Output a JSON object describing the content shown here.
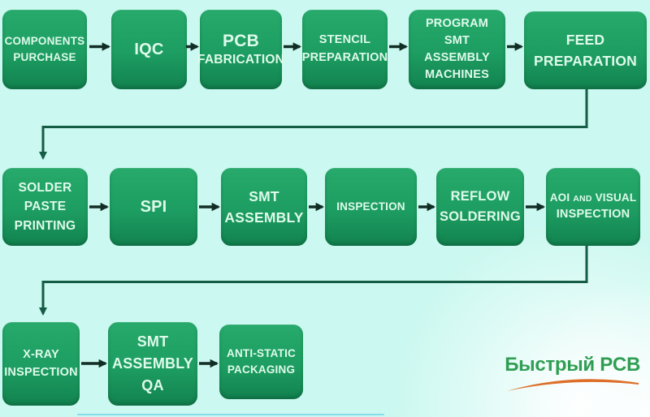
{
  "flow": {
    "boxes": [
      {
        "name": "components-purchase",
        "lines": [
          "COMPONENTS",
          "PURCHASE"
        ]
      },
      {
        "name": "iqc",
        "lines": [
          "IQC"
        ]
      },
      {
        "name": "pcb-fabrication",
        "lines": [
          "PCB",
          "FABRICATION"
        ]
      },
      {
        "name": "stencil-preparation",
        "lines": [
          "STENCIL",
          "PREPARATION"
        ]
      },
      {
        "name": "program-smt-assembly-machines",
        "lines": [
          "PROGRAM",
          "SMT",
          "ASSEMBLY",
          "MACHINES"
        ]
      },
      {
        "name": "feed-preparation",
        "lines": [
          "FEED",
          "PREPARATION"
        ]
      },
      {
        "name": "solder-paste-printing",
        "lines": [
          "SOLDER",
          "PASTE",
          "PRINTING"
        ]
      },
      {
        "name": "spi",
        "lines": [
          "SPI"
        ]
      },
      {
        "name": "smt-assembly",
        "lines": [
          "SMT",
          "ASSEMBLY"
        ]
      },
      {
        "name": "inspection",
        "lines": [
          "INSPECTION"
        ]
      },
      {
        "name": "reflow-soldering",
        "lines": [
          "REFLOW",
          "SOLDERING"
        ]
      },
      {
        "name": "aoi-and-visual-inspection",
        "line1_a": "AOI",
        "line1_b": "AND",
        "line1_c": "VISUAL",
        "line2": "INSPECTION"
      },
      {
        "name": "x-ray-inspection",
        "lines": [
          "X-RAY",
          "INSPECTION"
        ]
      },
      {
        "name": "smt-assembly-qa",
        "lines": [
          "SMT",
          "ASSEMBLY",
          "QA"
        ]
      },
      {
        "name": "anti-static-packaging",
        "lines": [
          "ANTI-STATIC",
          "PACKAGING"
        ]
      }
    ]
  },
  "logo": {
    "text": "Быстрый PCB"
  },
  "colors": {
    "page_bg": "#cbf8f0",
    "box_green_top": "#27aa6c",
    "box_green": "#1d9d61",
    "box_green_deep": "#12824f",
    "box_text": "#defaeb",
    "arrow_dark": "#112e24",
    "connector_teal": "#155c45",
    "logo_green": "#2f9e53",
    "logo_orange": "#dd6f28",
    "bottom_line": "#79d3e8"
  }
}
